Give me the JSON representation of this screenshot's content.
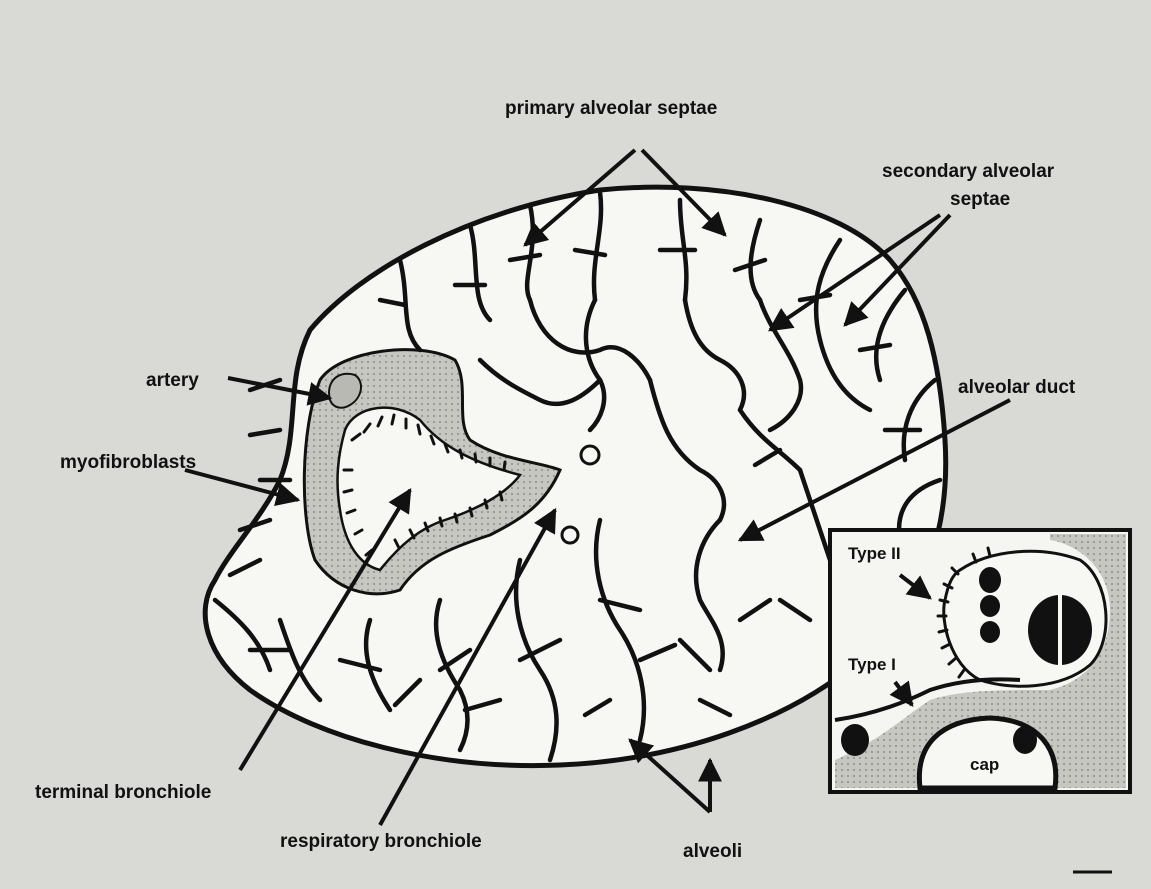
{
  "labels": {
    "primary_septae": "primary alveolar septae",
    "secondary_septae_line1": "secondary alveolar",
    "secondary_septae_line2": "septae",
    "artery": "artery",
    "myofibroblasts": "myofibroblasts",
    "alveolar_duct": "alveolar duct",
    "terminal_bronchiole": "terminal bronchiole",
    "respiratory_bronchiole": "respiratory bronchiole",
    "alveoli": "alveoli"
  },
  "inset": {
    "type2": "Type II",
    "type1": "Type I",
    "cap": "cap"
  },
  "colors": {
    "background": "#d9d9d6",
    "ink": "#111111",
    "tissue": "#f7f7f4",
    "shading": "#b9b9b4"
  }
}
